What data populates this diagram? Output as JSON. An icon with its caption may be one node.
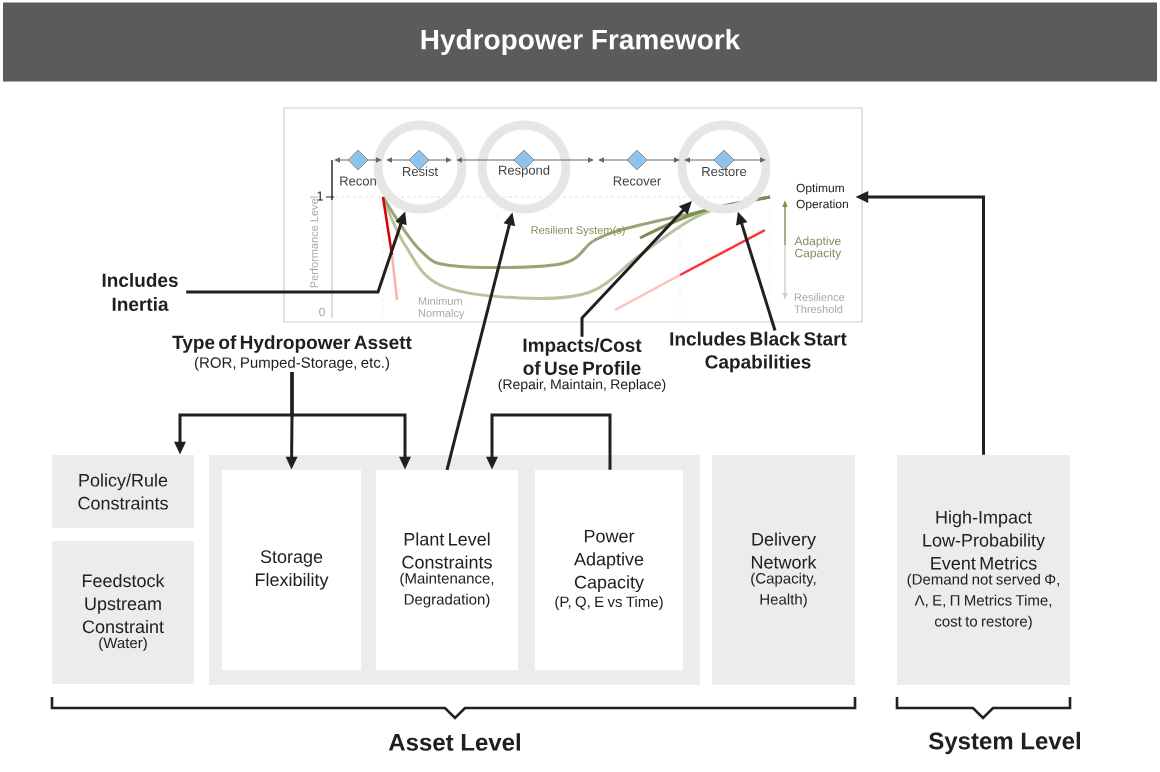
{
  "diagram": {
    "title": "Hydropower Framework",
    "nodes": [
      {
        "text": [],
        "shape": "box"
      },
      {
        "text": [
          "Resist"
        ],
        "in": 0
      },
      {
        "text": [
          "Respond"
        ],
        "in": 0
      },
      {
        "text": [
          "Restore"
        ],
        "in": 0
      },
      {
        "text": [
          "Optimum Operation"
        ],
        "in": 0
      },
      {
        "text": [
          "Includes Inertia"
        ]
      },
      {
        "text": [
          "Type of Hydropower Assett",
          "(ROR, Pumped-Storage, etc.)"
        ]
      },
      {
        "text": [
          "Impacts/Cost of Use Profile",
          "(Repair, Maintain, Replace)"
        ]
      },
      {
        "text": [
          "Includes Black Start Capabilities"
        ]
      },
      {
        "text": [
          "Policy/Rule Constraints"
        ]
      },
      {
        "text": [
          "Feedstock Upstream Constraint",
          "(Water)"
        ]
      },
      {
        "text": [],
        "shape": "box"
      },
      {
        "text": [
          "Storage Flexibility"
        ],
        "in": 11
      },
      {
        "text": [
          "Plant Level Constraints",
          "(Maintenance, Degradation)"
        ],
        "in": 11
      },
      {
        "text": [
          "Power Adaptive Capacity",
          "(P, Q, E vs Time)"
        ],
        "in": 11
      },
      {
        "text": [
          "Delivery Network",
          "(Capacity, Health)"
        ]
      },
      {
        "text": [
          "High-Impact Low-Probability Event Metrics",
          "(Demand not served Φ, Λ, E, Π Metrics Time, cost to restore)"
        ]
      }
    ],
    "edges": [
      {
        "from": 5,
        "to": 1,
        "arrow": "to"
      },
      {
        "from": 13,
        "to": 2,
        "arrow": "to"
      },
      {
        "from": 7,
        "to": 3,
        "arrow": "to"
      },
      {
        "from": 8,
        "to": 3,
        "arrow": "to"
      },
      {
        "from": 16,
        "to": 4,
        "arrow": "to"
      },
      {
        "from": 6,
        "to": 9,
        "arrow": "to"
      },
      {
        "from": 6,
        "to": 12,
        "arrow": "to"
      },
      {
        "from": 6,
        "to": 13,
        "arrow": "to"
      },
      {
        "from": 14,
        "to": 13,
        "arrow": "to"
      }
    ],
    "labels": [
      "Recon",
      "Recover",
      "1",
      "Resilient System(s)",
      "Adaptive Capacity",
      "Performance Level",
      "0",
      "Resilience Threshold",
      "Minimum Normalcy",
      "Asset Level",
      "System Level"
    ]
  }
}
